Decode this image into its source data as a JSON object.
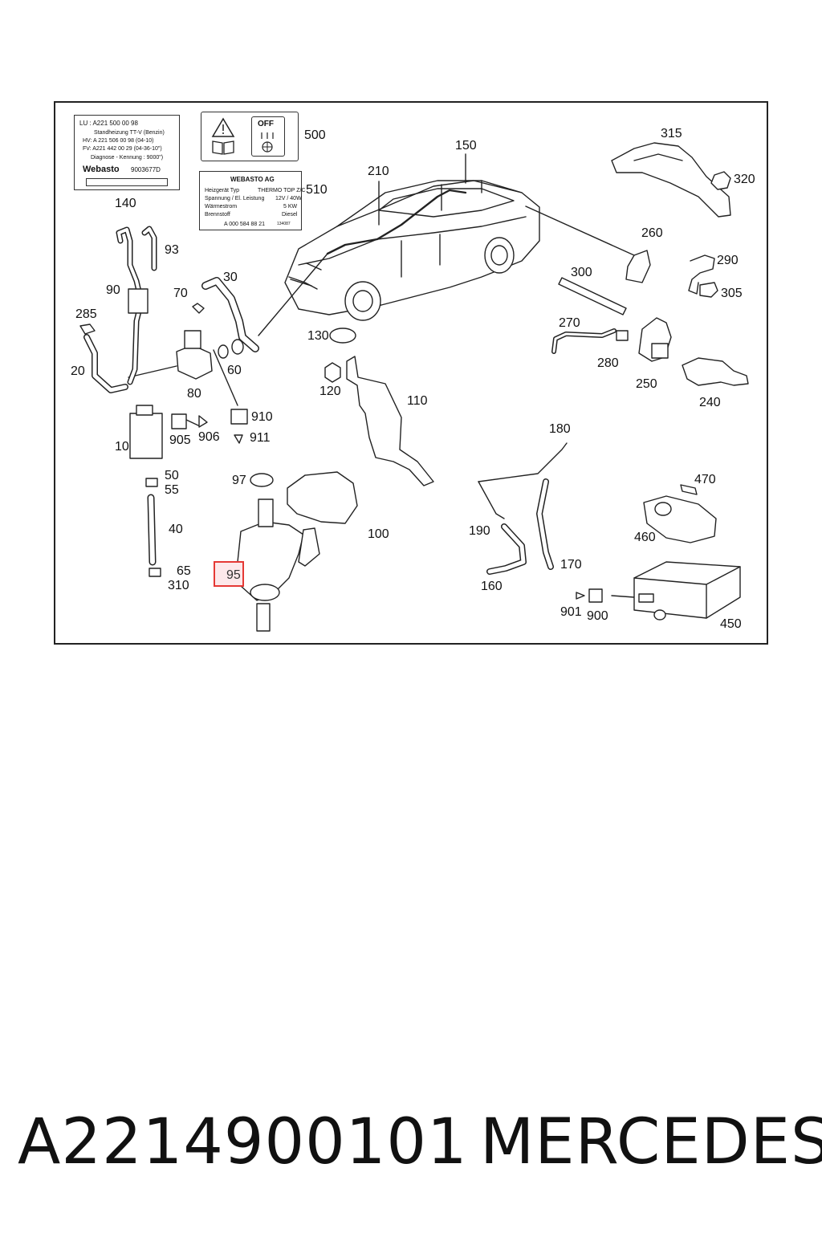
{
  "diagram": {
    "labels": {
      "l500": "500",
      "l510": "510",
      "l140": "140",
      "l210": "210",
      "l150": "150",
      "l315": "315",
      "l320": "320",
      "l93": "93",
      "l90": "90",
      "l70": "70",
      "l30": "30",
      "l285": "285",
      "l260": "260",
      "l290": "290",
      "l305": "305",
      "l300": "300",
      "l130": "130",
      "l270": "270",
      "l280": "280",
      "l250": "250",
      "l240": "240",
      "l20": "20",
      "l80": "80",
      "l60": "60",
      "l120": "120",
      "l110": "110",
      "l910": "910",
      "l911": "911",
      "l905": "905",
      "l906": "906",
      "l10": "10",
      "l180": "180",
      "l50": "50",
      "l55": "55",
      "l97": "97",
      "l470": "470",
      "l40": "40",
      "l100": "100",
      "l190": "190",
      "l460": "460",
      "l95": "95",
      "l65": "65",
      "l310": "310",
      "l170": "170",
      "l160": "160",
      "l901": "901",
      "l900": "900",
      "l450": "450"
    },
    "highlighted": "95",
    "tag140": {
      "line1": "LU :   A221 500 00 98",
      "line2": "Standheizung TT-V (Benzin)",
      "line3": "HV:   A 221 506 00 98  (04-10)",
      "line4": "FV:   A221 442 00 29 (04-36-10\")",
      "line5": "Diagnose - Kennung :   9000\")",
      "brand": "Webasto",
      "code": "9003677D"
    },
    "tag510": {
      "title": "WEBASTO AG",
      "r1k": "Heizgerät Typ",
      "r1v": "THERMO TOP Z/C",
      "r2k": "Spannung / El. Leistung",
      "r2v": "12V / 40W",
      "r3k": "Wärmestrom",
      "r3v": "5 KW",
      "r4k": "Brennstoff",
      "r4v": "Diesel",
      "part": "A 000 584 88 21",
      "small": "134087"
    },
    "tag500": {
      "off": "OFF"
    }
  },
  "footer": {
    "part_number": "A2214900101",
    "brand": "MERCEDES"
  }
}
